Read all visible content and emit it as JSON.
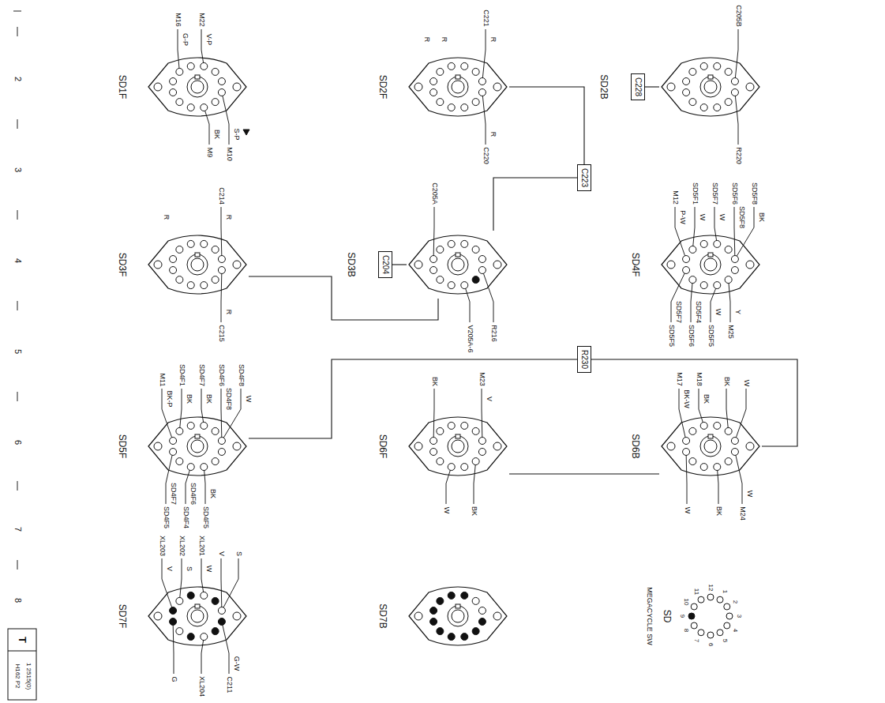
{
  "diagram": {
    "nodes": [
      {
        "text": [
          "SD1F"
        ]
      },
      {
        "text": [
          "SD2F"
        ]
      },
      {
        "text": [
          "SD2B"
        ]
      },
      {
        "text": [
          "C228"
        ]
      },
      {
        "text": [
          "C223"
        ]
      },
      {
        "text": [
          "SD3F"
        ]
      },
      {
        "text": [
          "SD3B"
        ]
      },
      {
        "text": [
          "C204"
        ]
      },
      {
        "text": [
          "SD4F"
        ]
      },
      {
        "text": [
          "SD5F"
        ]
      },
      {
        "text": [
          "SD6F"
        ]
      },
      {
        "text": [
          "SD6B"
        ]
      },
      {
        "text": [
          "R230"
        ]
      },
      {
        "text": [
          "SD7F"
        ]
      },
      {
        "text": [
          "SD7B"
        ]
      },
      {
        "text": [
          "SD",
          "MEGACYCLE SW"
        ]
      }
    ],
    "edges": [
      {
        "from": 1,
        "to": 4,
        "arrow": "none"
      },
      {
        "from": 4,
        "to": 6,
        "arrow": "none"
      },
      {
        "from": 2,
        "to": 3,
        "arrow": "none"
      },
      {
        "from": 5,
        "to": 6,
        "arrow": "none"
      },
      {
        "from": 6,
        "to": 7,
        "arrow": "none"
      },
      {
        "from": 9,
        "to": 12,
        "arrow": "none"
      },
      {
        "from": 12,
        "to": 11,
        "arrow": "none"
      },
      {
        "from": 10,
        "to": 11,
        "arrow": "none"
      }
    ],
    "labels": [
      "2",
      "3",
      "4",
      "5",
      "6",
      "7",
      "8",
      "T",
      "H162 P2",
      "1 2515(0)",
      "M16",
      "G-P",
      "M22",
      "V-P",
      "M9",
      "BK",
      "M10",
      "S-P",
      "C221",
      "R",
      "C220",
      "R",
      "R",
      "R",
      "C205B",
      "R220",
      "C214",
      "R",
      "C215",
      "R",
      "R",
      "C205A",
      "V205A-6",
      "R216",
      "M12",
      "P-W",
      "SD5F1",
      "W",
      "SD5F7",
      "W",
      "SD5F6",
      "SD5F8",
      "SD5F8",
      "BK",
      "SD5F5",
      "SD5F7",
      "SD5F6",
      "SD5F4",
      "SD5F5",
      "W",
      "M25",
      "Y",
      "M11",
      "BK-P",
      "SD4F1",
      "BK",
      "SD4F7",
      "BK",
      "SD4F6",
      "SD4F8",
      "SD4F8",
      "W",
      "SD4F5",
      "SD4F7",
      "SD4F4",
      "SD4F6",
      "SD4F5",
      "BK",
      "BK",
      "M23",
      "V",
      "W",
      "BK",
      "M17",
      "BK-W",
      "M18",
      "BK",
      "BK",
      "W",
      "W",
      "BK",
      "M24",
      "W",
      "XL203",
      "V",
      "XL202",
      "S",
      "XL201",
      "W",
      "V",
      "S",
      "G",
      "XL204",
      "C211",
      "G-W",
      "1",
      "2",
      "3",
      "4",
      "5",
      "6",
      "7",
      "8",
      "9",
      "10",
      "11",
      "12"
    ]
  }
}
